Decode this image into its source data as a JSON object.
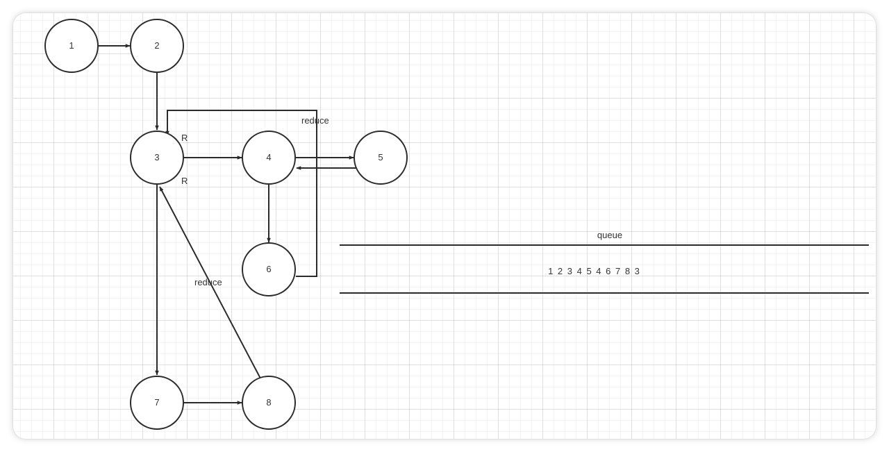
{
  "nodes": [
    {
      "id": "1",
      "label": "1"
    },
    {
      "id": "2",
      "label": "2"
    },
    {
      "id": "3",
      "label": "3"
    },
    {
      "id": "4",
      "label": "4"
    },
    {
      "id": "5",
      "label": "5"
    },
    {
      "id": "6",
      "label": "6"
    },
    {
      "id": "7",
      "label": "7"
    },
    {
      "id": "8",
      "label": "8"
    }
  ],
  "edges": [
    {
      "from": "1",
      "to": "2"
    },
    {
      "from": "2",
      "to": "3"
    },
    {
      "from": "3",
      "to": "4"
    },
    {
      "from": "4",
      "to": "5"
    },
    {
      "from": "5",
      "to": "4"
    },
    {
      "from": "4",
      "to": "6"
    },
    {
      "from": "6",
      "to": "3",
      "label": "reduce"
    },
    {
      "from": "3",
      "to": "7"
    },
    {
      "from": "7",
      "to": "8"
    },
    {
      "from": "8",
      "to": "3",
      "label": "reduce"
    }
  ],
  "annotations": {
    "r_top": "R",
    "r_bottom": "R",
    "reduce_top": "reduce",
    "reduce_left": "reduce"
  },
  "queue": {
    "title": "queue",
    "sequence": "1 2 3 4 5 4 6 7 8 3"
  },
  "colors": {
    "stroke": "#2b2b2b",
    "text": "#333333",
    "grid": "#e6e6e6"
  }
}
